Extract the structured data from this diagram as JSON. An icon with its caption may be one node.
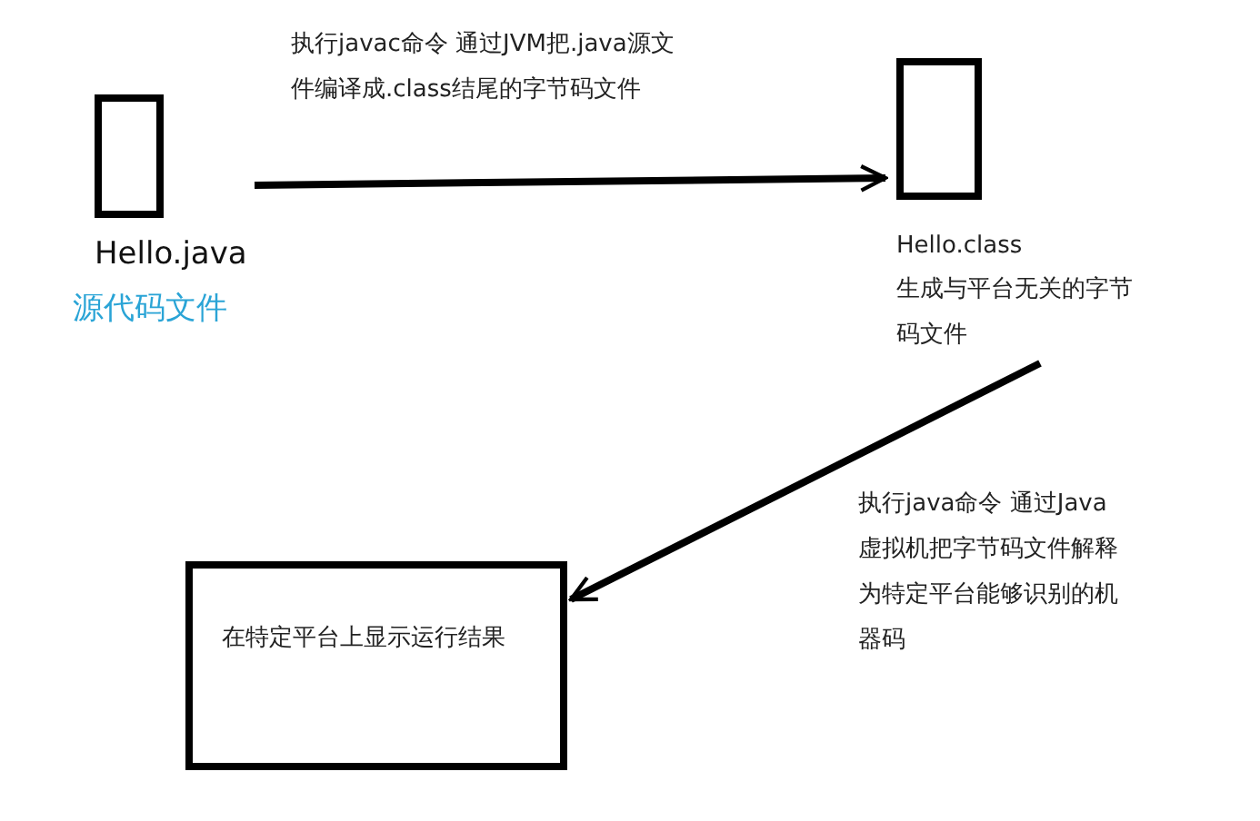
{
  "diagram": {
    "nodes": [
      {
        "text": [
          "Hello.java",
          "源代码文件"
        ]
      },
      {
        "text": [
          "Hello.class",
          "生成与平台无关的字节码文件"
        ]
      },
      {
        "text": [
          "在特定平台上显示运行结果"
        ]
      }
    ],
    "edges": [
      {
        "from": 0,
        "to": 1,
        "arrow": "to",
        "label": "执行javac命令 通过JVM把.java源文件编译成.class结尾的字节码文件"
      },
      {
        "from": 1,
        "to": 2,
        "arrow": "to",
        "label": "执行java命令 通过Java虚拟机把字节码文件解释为特定平台能够识别的机器码"
      }
    ]
  }
}
